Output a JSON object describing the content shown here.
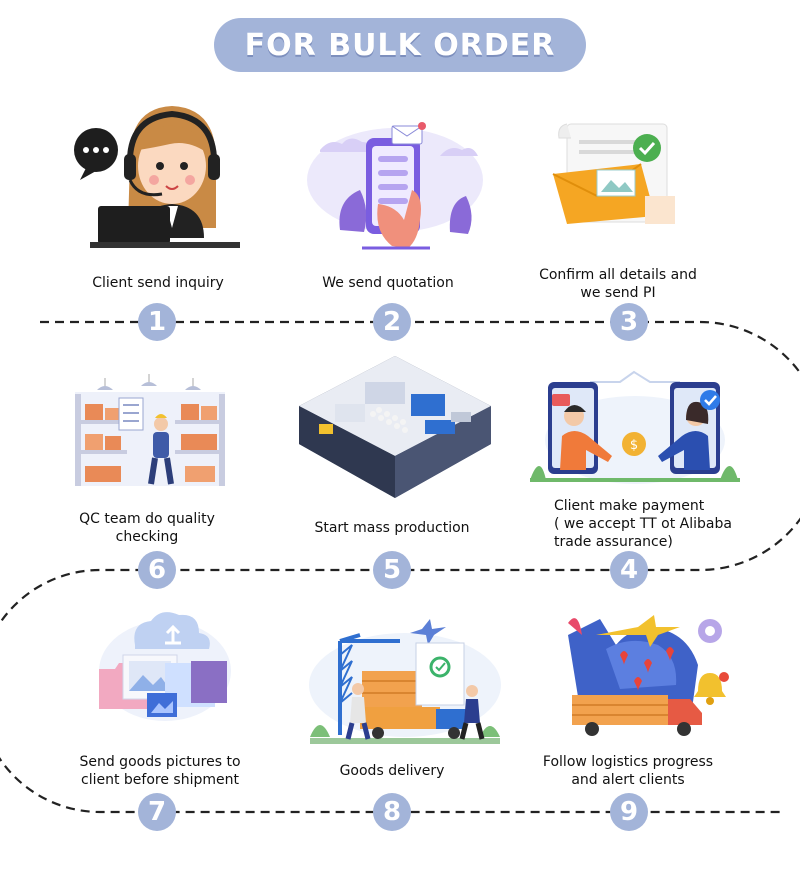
{
  "title": "FOR BULK ORDER",
  "accent_color": "#a3b4d9",
  "steps": [
    {
      "number": "1",
      "label": "Client send inquiry",
      "icon": "customer-service-icon"
    },
    {
      "number": "2",
      "label": "We send quotation",
      "icon": "phone-quotation-icon"
    },
    {
      "number": "3",
      "label": "Confirm all details and\nwe send PI",
      "icon": "document-check-icon"
    },
    {
      "number": "4",
      "label": "Client make payment\n( we accept TT ot Alibaba\ntrade assurance)",
      "icon": "payment-icon"
    },
    {
      "number": "5",
      "label": "Start mass production",
      "icon": "factory-icon"
    },
    {
      "number": "6",
      "label": "QC team do quality\nchecking",
      "icon": "warehouse-inspection-icon"
    },
    {
      "number": "7",
      "label": "Send goods pictures to\nclient before shipment",
      "icon": "upload-pictures-icon"
    },
    {
      "number": "8",
      "label": "Goods delivery",
      "icon": "delivery-truck-icon"
    },
    {
      "number": "9",
      "label": "Follow logistics progress\nand alert clients",
      "icon": "logistics-map-icon"
    }
  ]
}
